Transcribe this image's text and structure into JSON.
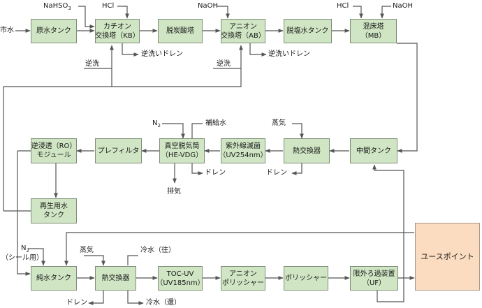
{
  "boxes": {
    "raw_water_tank": "原水タンク",
    "cation_tower": [
      "カチオン",
      "交換塔（KB）"
    ],
    "decarbonation_tower": "脱炭酸塔",
    "anion_tower": [
      "アニオン",
      "交換塔（AB）"
    ],
    "desalted_water_tank": "脱塩水タンク",
    "mixed_bed_tower": [
      "混床塔",
      "（MB）"
    ],
    "ro_module": [
      "逆浸透（RO）",
      "モジュール"
    ],
    "prefilter": "プレフィルタ",
    "vacuum_degasifier": [
      "真空脱気筒",
      "（HE-VDG）"
    ],
    "uv_sterilizer": [
      "紫外線滅菌",
      "（UV254nm）"
    ],
    "heat_exchanger_1": "熱交換器",
    "intermediate_tank": "中間タンク",
    "regen_water_tank": [
      "再生用水",
      "タンク"
    ],
    "pure_water_tank": "純水タンク",
    "heat_exchanger_2": "熱交換器",
    "toc_uv": [
      "TOC-UV",
      "（UV185nm）"
    ],
    "anion_polisher": [
      "アニオン",
      "ポリッシャー"
    ],
    "polisher": "ポリッシャー",
    "uf_unit": [
      "限外ろ過装置",
      "（UF）"
    ],
    "use_point": "ユースポイント"
  },
  "labels": {
    "city_water": "市水",
    "nahso3_base": "NaHSO",
    "nahso3_sub": "3",
    "hcl_cation": "HCl",
    "naoh_anion": "NaOH",
    "hcl_mb": "HCl",
    "naoh_mb": "NaOH",
    "backwash_drain_kb": "逆洗いドレン",
    "backwash_drain_ab": "逆洗いドレン",
    "backwash_kb": "逆洗",
    "backwash_ab": "逆洗",
    "n2_base": "N",
    "n2_sub": "2",
    "makeup_water": "補給水",
    "steam_1": "蒸気",
    "drain_vdg": "ドレン",
    "drain_hx1": "ドレン",
    "exhaust": "排気",
    "n2_seal_base": "N",
    "n2_seal_sub": "2",
    "seal_use": "（シール用）",
    "steam_2": "蒸気",
    "cold_water_supply": "冷水（往）",
    "drain_hx2": "ドレン",
    "cold_water_return": "冷水（還）"
  },
  "colors": {
    "box_fill": "#cfe5c3",
    "box_border": "#7f8f79",
    "use_point_fill": "#fbdcc0",
    "line": "#555555"
  }
}
